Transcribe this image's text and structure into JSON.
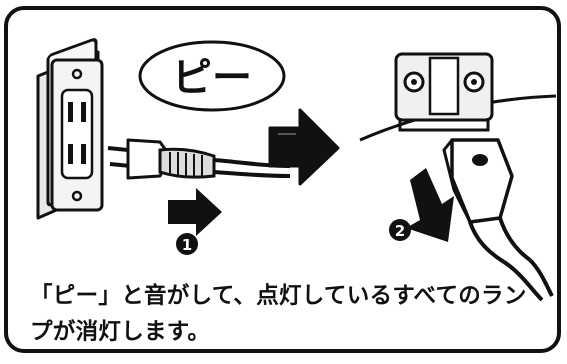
{
  "panel": {
    "sound_bubble": "ピー",
    "step_markers": [
      "1",
      "2"
    ],
    "caption_lines": [
      "「ピー」と音がして、点灯しているすべてのラン",
      "プが消灯します。"
    ]
  },
  "colors": {
    "ink": "#111111",
    "paper": "#ffffff",
    "outlet": "#f2f2f2"
  },
  "icons": [
    "wall-outlet-icon",
    "power-plug-icon",
    "right-arrow-icon",
    "device-connector-icon",
    "down-arrow-icon"
  ]
}
